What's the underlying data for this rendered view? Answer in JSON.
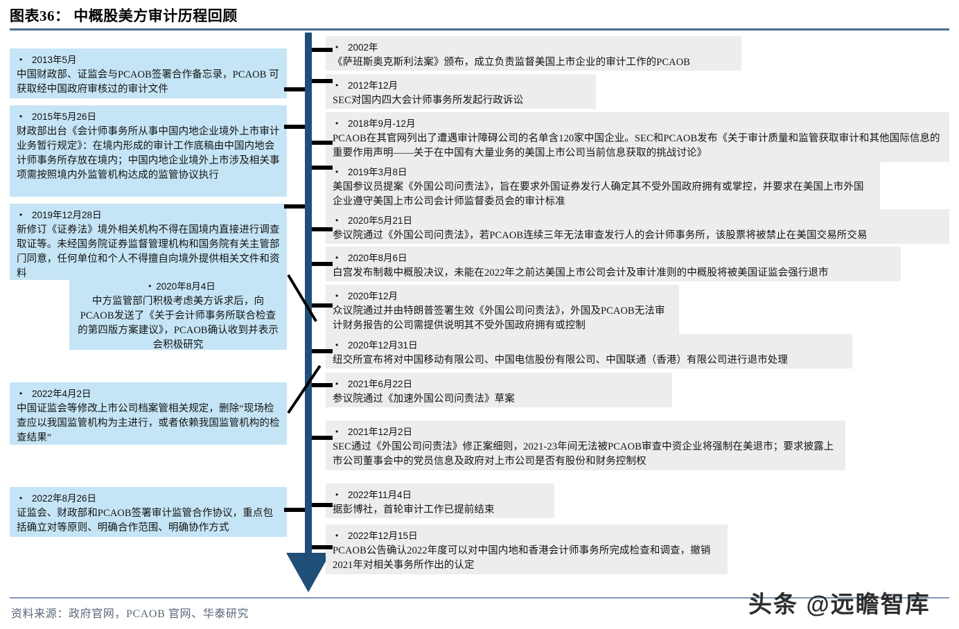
{
  "title": "图表36： 中概股美方审计历程回顾",
  "source_note": "资料来源：政府官网，PCAOB 官网、华泰研究",
  "watermark": "头条 @远瞻智库",
  "colors": {
    "spine": "#1f4e79",
    "left_box": "#c5e5f6",
    "right_box": "#ededed",
    "title_rule": "#4a6c94",
    "footer_rule": "#7f98b5",
    "connector": "#000000"
  },
  "left_events": [
    {
      "date": "2013年5月",
      "body": "中国财政部、证监会与PCAOB签署合作备忘录，PCAOB 可获取经中国政府审核过的审计文件"
    },
    {
      "date": "2015年5月26日",
      "body": "财政部出台《会计师事务所从事中国内地企业境外上市审计业务暂行规定》：在境内形成的审计工作底稿由中国内地会计师事务所存放在境内；中国内地企业境外上市涉及相关事项需按照境内外监管机构达成的监管协议执行"
    },
    {
      "date": "2019年12月28日",
      "body": "新修订《证券法》境外相关机构不得在国境内直接进行调查取证等。未经国务院证券监督管理机构和国务院有关主管部门同意，任何单位和个人不得擅自向境外提供相关文件和资料"
    },
    {
      "date": "2020年8月4日",
      "body": "中方监管部门积极考虑美方诉求后，向PCAOB发送了《关于会计师事务所联合检查的第四版方案建议》，PCAOB确认收到并表示会积极研究"
    },
    {
      "date": "2022年4月2日",
      "body": "中国证监会等修改上市公司档案管相关规定，删除“现场检查应以我国监管机构为主进行，或者依赖我国监管机构的检查结果”"
    },
    {
      "date": "2022年8月26日",
      "body": "证监会、财政部和PCAOB签署审计监管合作协议，重点包括确立对等原则、明确合作范围、明确协作方式"
    }
  ],
  "right_events": [
    {
      "date": "2002年",
      "body": "《萨班斯奥克斯利法案》颁布，成立负责监督美国上市企业的审计工作的PCAOB"
    },
    {
      "date": "2012年12月",
      "body": "SEC对国内四大会计师事务所发起行政诉讼"
    },
    {
      "date": "2018年9月-12月",
      "body": "PCAOB在其官网列出了遭遇审计障碍公司的名单含120家中国企业。SEC和PCAOB发布《关于审计质量和监管获取审计和其他国际信息的重要作用声明——关于在中国有大量业务的美国上市公司当前信息获取的挑战讨论》"
    },
    {
      "date": "2019年3月8日",
      "body": "美国参议员提案《外国公司问责法》，旨在要求外国证券发行人确定其不受外国政府拥有或掌控，并要求在美国上市外国企业遵守美国上市公司会计师监督委员会的审计标准"
    },
    {
      "date": "2020年5月21日",
      "body": "参议院通过《外国公司问责法》，若PCAOB连续三年无法审查发行人的会计师事务所，该股票将被禁止在美国交易所交易"
    },
    {
      "date": "2020年8月6日",
      "body": "白宫发布制裁中概股决议，未能在2022年之前达美国上市公司会计及审计准则的中概股将被美国证监会强行退市"
    },
    {
      "date": "2020年12月",
      "body": "众议院通过并由特朗普签署生效《外国公司问责法》，外国及PCAOB无法审计财务报告的公司需提供说明其不受外国政府拥有或控制"
    },
    {
      "date": "2020年12月31日",
      "body": "纽交所宣布将对中国移动有限公司、中国电信股份有限公司、中国联通（香港）有限公司进行退市处理"
    },
    {
      "date": "2021年6月22日",
      "body": "参议院通过《加速外国公司问责法》草案"
    },
    {
      "date": "2021年12月2日",
      "body": "SEC通过《外国公司问责法》修正案细则，2021-23年间无法被PCAOB审查中资企业将强制在美退市；要求披露上市公司董事会中的党员信息及政府对上市公司是否有股份和财务控制权"
    },
    {
      "date": "2022年11月4日",
      "body": "据彭博社，首轮审计工作已提前结束"
    },
    {
      "date": "2022年12月15日",
      "body": "PCAOB公告确认2022年度可以对中国内地和香港会计师事务所完成检查和调查，撤销2021年对相关事务所作出的认定"
    }
  ]
}
